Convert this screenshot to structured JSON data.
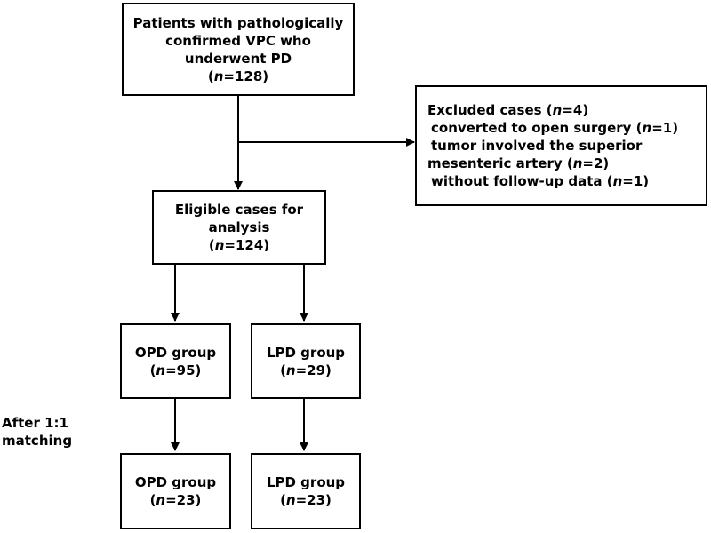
{
  "boxes": {
    "enrolled": {
      "lines": [
        "Patients with pathologically",
        "confirmed VPC who",
        "underwent PD"
      ],
      "n_prefix": "(",
      "n_var": "n",
      "n_value": "=128)"
    },
    "excluded": {
      "title_pre": "Excluded cases (",
      "title_var": "n",
      "title_post": "=4)",
      "reasons": [
        {
          "pre": "converted to open surgery (",
          "var": "n",
          "post": "=1)"
        },
        {
          "pre": "tumor involved the superior",
          "var": "",
          "post": ""
        },
        {
          "pre": "mesenteric artery (",
          "var": "n",
          "post": "=2)"
        },
        {
          "pre": "without follow-up data (",
          "var": "n",
          "post": "=1)"
        }
      ]
    },
    "eligible": {
      "lines": [
        "Eligible cases for",
        "analysis"
      ],
      "n_prefix": "(",
      "n_var": "n",
      "n_value": "=124)"
    },
    "opd_before": {
      "label": "OPD group",
      "n_prefix": "(",
      "n_var": "n",
      "n_value": "=95)"
    },
    "lpd_before": {
      "label": "LPD group",
      "n_prefix": "(",
      "n_var": "n",
      "n_value": "=29)"
    },
    "opd_after": {
      "label": "OPD group",
      "n_prefix": "(",
      "n_var": "n",
      "n_value": "=23)"
    },
    "lpd_after": {
      "label": "LPD group",
      "n_prefix": "(",
      "n_var": "n",
      "n_value": "=23)"
    }
  },
  "matching_label": [
    "After 1:1",
    "matching"
  ]
}
